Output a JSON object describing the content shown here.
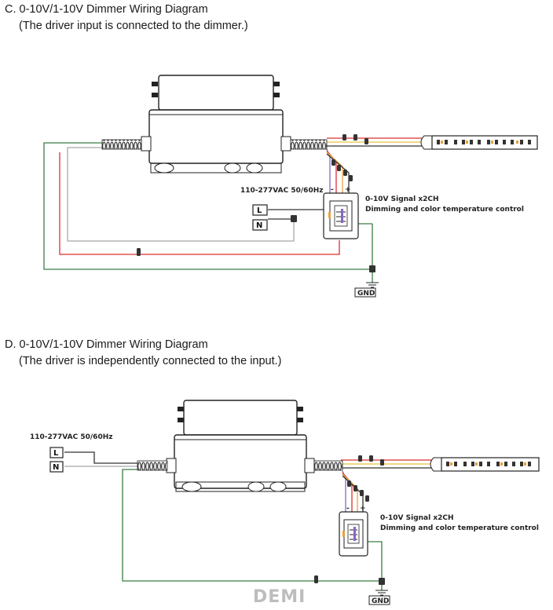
{
  "section_c": {
    "heading": "C. 0-10V/1-10V Dimmer Wiring Diagram",
    "subheading": "(The driver input is connected to the dimmer.)",
    "input_voltage": "110-277VAC 50/60Hz",
    "signal_title": "0-10V Signal x2CH",
    "signal_desc": "Dimming and color temperature control",
    "terminal_l": "L",
    "terminal_n": "N",
    "gnd": "GND",
    "minus": "-",
    "plus": "+"
  },
  "section_d": {
    "heading": "D. 0-10V/1-10V Dimmer Wiring Diagram",
    "subheading": "(The driver is independently connected to the input.)",
    "input_voltage": "110-277VAC 50/60Hz",
    "signal_title": "0-10V Signal x2CH",
    "signal_desc": "Dimming and color temperature control",
    "terminal_l": "L",
    "terminal_n": "N",
    "gnd": "GND",
    "minus": "-",
    "plus": "+"
  },
  "watermark": "DEMI",
  "colors": {
    "wire_green": "#3a7d44",
    "wire_gray": "#a8a8a8",
    "wire_red": "#d8322f",
    "wire_black": "#333333",
    "wire_purple": "#8a63c9",
    "wire_yellow": "#e6c23a",
    "wire_orange": "#e9a23b"
  }
}
